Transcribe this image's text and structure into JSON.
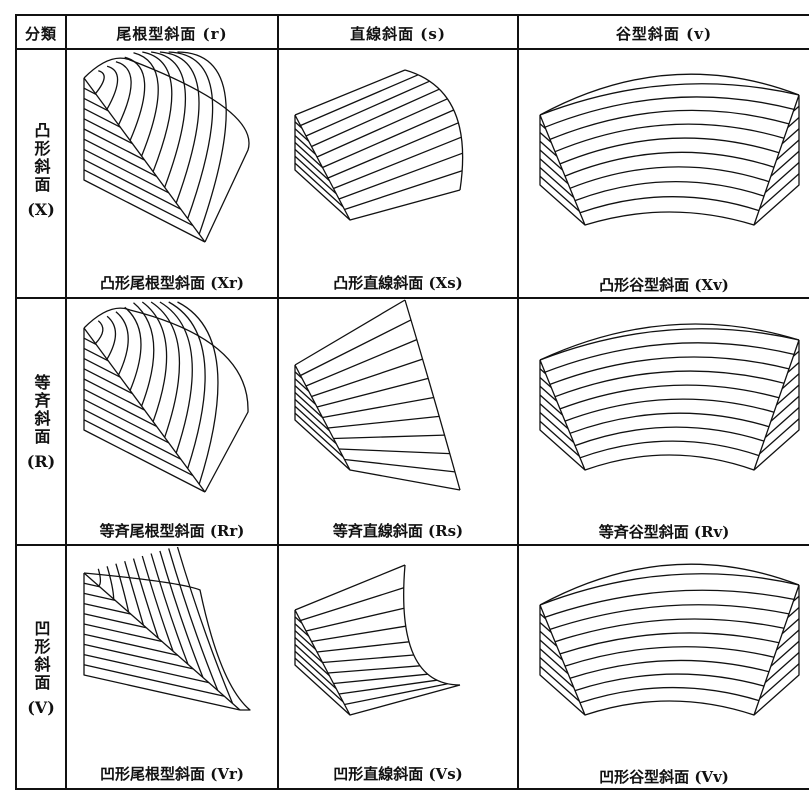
{
  "header": {
    "classification": "分類",
    "columns": [
      {
        "label": "尾根型斜面 (r)"
      },
      {
        "label": "直線斜面 (s)"
      },
      {
        "label": "谷型斜面 (v)"
      }
    ]
  },
  "rows": [
    {
      "label": "凸形斜面",
      "code": "(X)",
      "captions": [
        "凸形尾根型斜面 (Xr)",
        "凸形直線斜面 (Xs)",
        "凸形谷型斜面 (Xv)"
      ]
    },
    {
      "label": "等斉斜面",
      "code": "(R)",
      "captions": [
        "等斉尾根型斜面 (Rr)",
        "等斉直線斜面 (Rs)",
        "等斉谷型斜面 (Rv)"
      ]
    },
    {
      "label": "凹形斜面",
      "code": "(V)",
      "captions": [
        "凹形尾根型斜面 (Vr)",
        "凹形直線斜面 (Vs)",
        "凹形谷型斜面 (Vv)"
      ]
    }
  ]
}
